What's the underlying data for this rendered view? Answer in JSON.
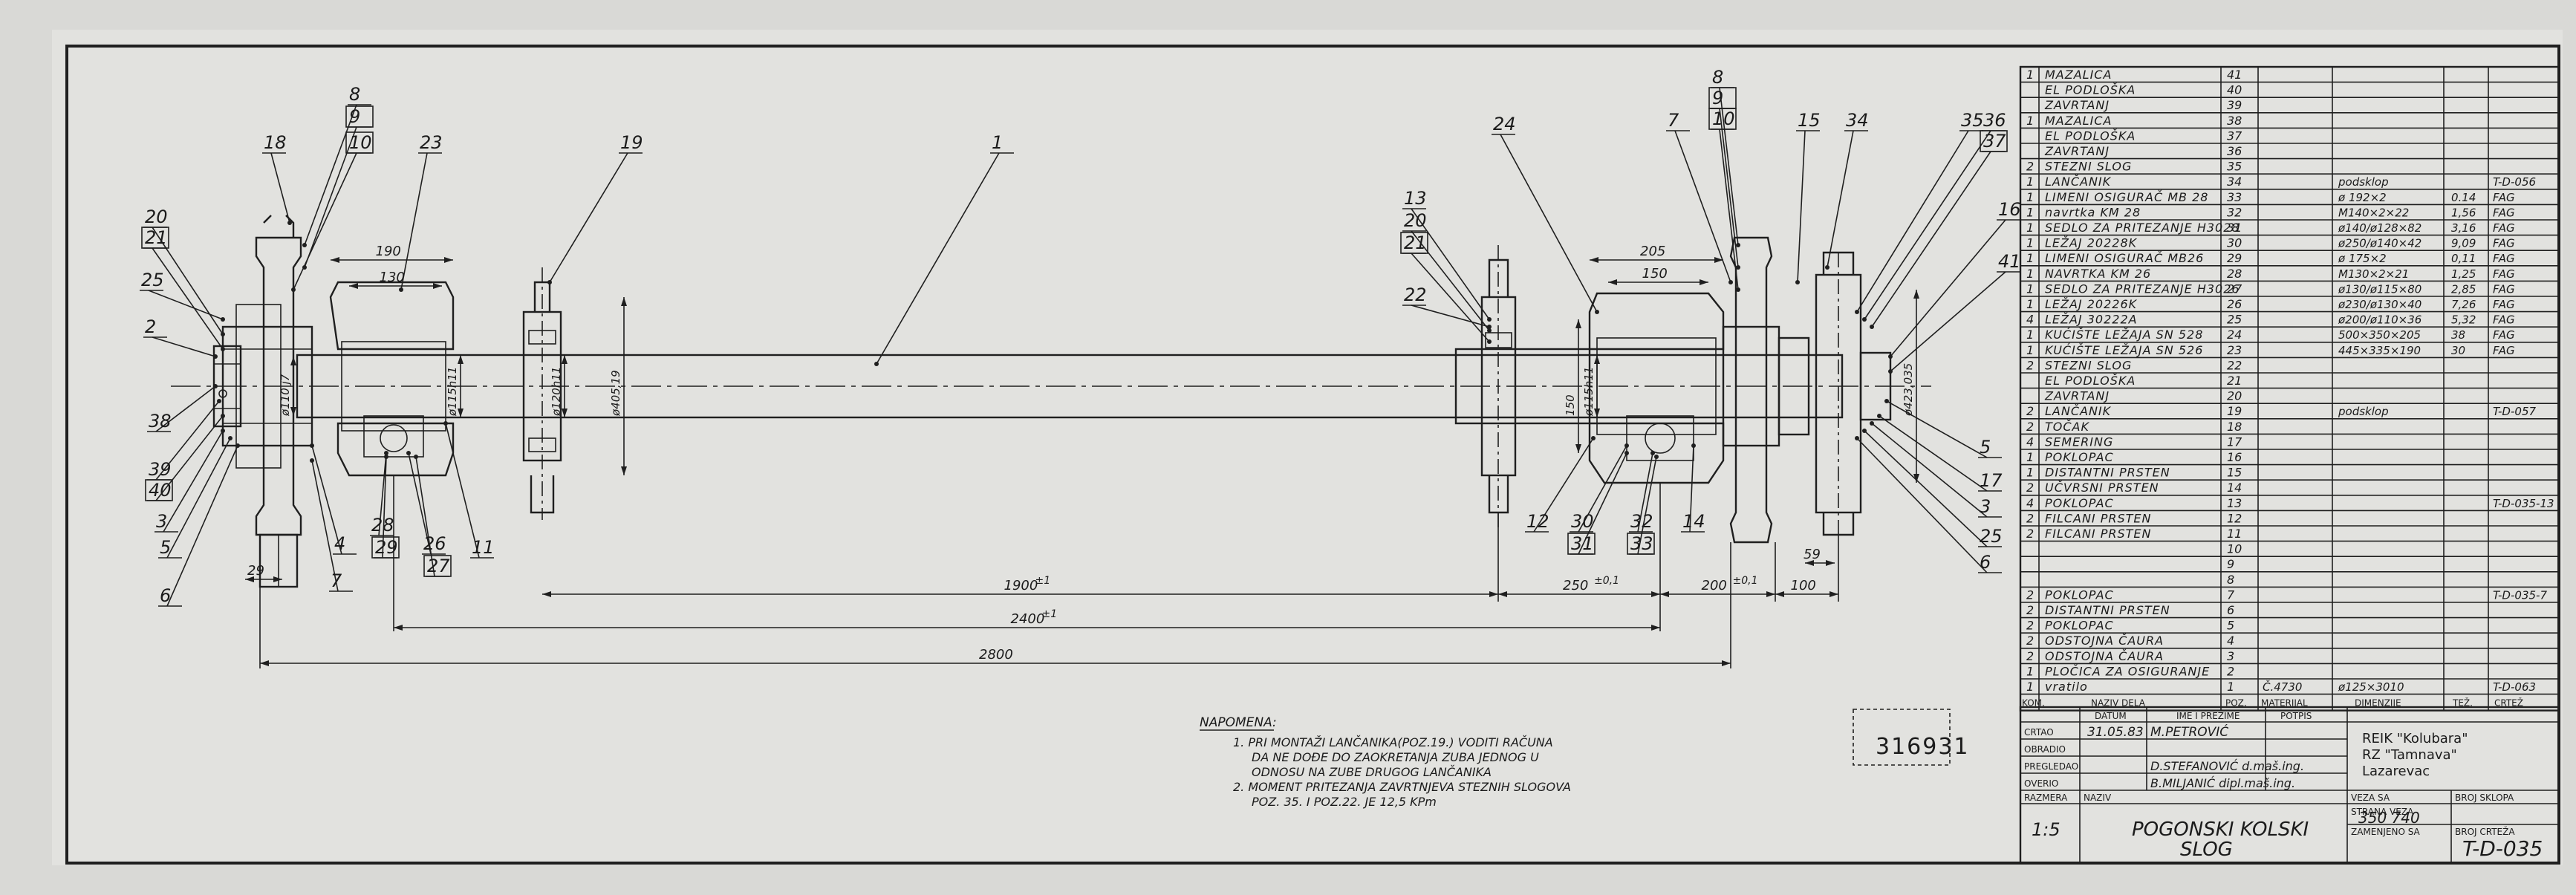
{
  "drawing": {
    "title_line1": "POGONSKI KOLSKI",
    "title_line2": "SLOG",
    "drawing_number": "T-D-035",
    "scale": "1:5",
    "stamp_number": "316931",
    "date": "31.05.83",
    "drawn_by": "M.PETROVIĆ",
    "checked_1": "D.STEFANOVIĆ d.maš.ing.",
    "checked_2": "B.MILJANIĆ dipl.maš.ing.",
    "org_line1": "REIK \"Kolubara\"",
    "org_line2": "RZ \"Tamnava\"",
    "org_line3": "Lazarevac",
    "veza_sa_value": "350 740",
    "title_labels": {
      "crtao": "CRTAO",
      "obradio": "OBRADIO",
      "pregledao": "PREGLEDAO",
      "overio": "OVERIO",
      "razmera": "RAZMERA",
      "naziv": "NAZIV",
      "datum": "DATUM",
      "ime_prezime": "IME I PREZIME",
      "potpis": "POTPIS",
      "veza_sa": "VEZA SA",
      "broj_iklopa": "BROJ SKLOPA",
      "strana_veza": "STRANA VEZA",
      "broj_crteza": "BROJ CRTEŽA",
      "zamenjeno_sa": "ZAMENJENO SA"
    }
  },
  "notes": {
    "heading": "NAPOMENA:",
    "lines": [
      "1. PRI MONTAŽI LANČANIKA(POZ.19.) VODITI RAČUNA",
      "DA NE DOĐE DO ZAOKRETANJA ZUBA JEDNOG U",
      "ODNOSU NA ZUBE DRUGOG LANČANIKA",
      "2. MOMENT PRITEZANJA ZAVRTNJEVA STEZNIH SLOGOVA",
      "POZ. 35. I POZ.22. JE 12,5 KPm"
    ]
  },
  "parts_list_header": {
    "kom": "KOM.",
    "naziv": "NAZIV DELA",
    "poz": "POZ.",
    "materijal": "MATERIJAL",
    "dimenzije": "DIMENZIJE",
    "tezina": "TEŽ.",
    "crtez": "CRTEŽ"
  },
  "parts_list": [
    {
      "qty": "1",
      "name": "MAZALICA",
      "pos": "41",
      "mat": "",
      "dim": "",
      "mass": "",
      "ref": ""
    },
    {
      "qty": "",
      "name": "EL PODLOŠKA",
      "pos": "40",
      "mat": "",
      "dim": "",
      "mass": "",
      "ref": ""
    },
    {
      "qty": "",
      "name": "ZAVRTANJ",
      "pos": "39",
      "mat": "",
      "dim": "",
      "mass": "",
      "ref": ""
    },
    {
      "qty": "1",
      "name": "MAZALICA",
      "pos": "38",
      "mat": "",
      "dim": "",
      "mass": "",
      "ref": ""
    },
    {
      "qty": "",
      "name": "EL PODLOŠKA",
      "pos": "37",
      "mat": "",
      "dim": "",
      "mass": "",
      "ref": ""
    },
    {
      "qty": "",
      "name": "ZAVRTANJ",
      "pos": "36",
      "mat": "",
      "dim": "",
      "mass": "",
      "ref": ""
    },
    {
      "qty": "2",
      "name": "STEZNI SLOG",
      "pos": "35",
      "mat": "",
      "dim": "",
      "mass": "",
      "ref": ""
    },
    {
      "qty": "1",
      "name": "LANČANIK",
      "pos": "34",
      "mat": "",
      "dim": "podsklop",
      "mass": "",
      "ref": "T-D-056"
    },
    {
      "qty": "1",
      "name": "LIMENI OSIGURAČ MB 28",
      "pos": "33",
      "mat": "",
      "dim": "ø 192×2",
      "mass": "0.14",
      "ref": "FAG"
    },
    {
      "qty": "1",
      "name": "navrtka KM 28",
      "pos": "32",
      "mat": "",
      "dim": "M140×2×22",
      "mass": "1,56",
      "ref": "FAG"
    },
    {
      "qty": "1",
      "name": "SEDLO ZA PRITEZANJE H3028",
      "pos": "31",
      "mat": "",
      "dim": "ø140/ø128×82",
      "mass": "3,16",
      "ref": "FAG"
    },
    {
      "qty": "1",
      "name": "LEŽAJ 20228K",
      "pos": "30",
      "mat": "",
      "dim": "ø250/ø140×42",
      "mass": "9,09",
      "ref": "FAG"
    },
    {
      "qty": "1",
      "name": "LIMENI OSIGURAČ MB26",
      "pos": "29",
      "mat": "",
      "dim": "ø 175×2",
      "mass": "0,11",
      "ref": "FAG"
    },
    {
      "qty": "1",
      "name": "NAVRTKA KM 26",
      "pos": "28",
      "mat": "",
      "dim": "M130×2×21",
      "mass": "1,25",
      "ref": "FAG"
    },
    {
      "qty": "1",
      "name": "SEDLO ZA PRITEZANJE H3026",
      "pos": "27",
      "mat": "",
      "dim": "ø130/ø115×80",
      "mass": "2,85",
      "ref": "FAG"
    },
    {
      "qty": "1",
      "name": "LEŽAJ 20226K",
      "pos": "26",
      "mat": "",
      "dim": "ø230/ø130×40",
      "mass": "7,26",
      "ref": "FAG"
    },
    {
      "qty": "4",
      "name": "LEŽAJ 30222A",
      "pos": "25",
      "mat": "",
      "dim": "ø200/ø110×36",
      "mass": "5,32",
      "ref": "FAG"
    },
    {
      "qty": "1",
      "name": "KUĆIŠTE LEŽAJA SN 528",
      "pos": "24",
      "mat": "",
      "dim": "500×350×205",
      "mass": "38",
      "ref": "FAG"
    },
    {
      "qty": "1",
      "name": "KUĆIŠTE LEŽAJA SN 526",
      "pos": "23",
      "mat": "",
      "dim": "445×335×190",
      "mass": "30",
      "ref": "FAG"
    },
    {
      "qty": "2",
      "name": "STEZNI SLOG",
      "pos": "22",
      "mat": "",
      "dim": "",
      "mass": "",
      "ref": ""
    },
    {
      "qty": "",
      "name": "EL PODLOŠKA",
      "pos": "21",
      "mat": "",
      "dim": "",
      "mass": "",
      "ref": ""
    },
    {
      "qty": "",
      "name": "ZAVRTANJ",
      "pos": "20",
      "mat": "",
      "dim": "",
      "mass": "",
      "ref": ""
    },
    {
      "qty": "2",
      "name": "LANČANIK",
      "pos": "19",
      "mat": "",
      "dim": "podsklop",
      "mass": "",
      "ref": "T-D-057"
    },
    {
      "qty": "2",
      "name": "TOČAK",
      "pos": "18",
      "mat": "",
      "dim": "",
      "mass": "",
      "ref": ""
    },
    {
      "qty": "4",
      "name": "SEMERING",
      "pos": "17",
      "mat": "",
      "dim": "",
      "mass": "",
      "ref": ""
    },
    {
      "qty": "1",
      "name": "POKLOPAC",
      "pos": "16",
      "mat": "",
      "dim": "",
      "mass": "",
      "ref": ""
    },
    {
      "qty": "1",
      "name": "DISTANTNI PRSTEN",
      "pos": "15",
      "mat": "",
      "dim": "",
      "mass": "",
      "ref": ""
    },
    {
      "qty": "2",
      "name": "UČVRSNI PRSTEN",
      "pos": "14",
      "mat": "",
      "dim": "",
      "mass": "",
      "ref": ""
    },
    {
      "qty": "4",
      "name": "POKLOPAC",
      "pos": "13",
      "mat": "",
      "dim": "",
      "mass": "",
      "ref": "T-D-035-13"
    },
    {
      "qty": "2",
      "name": "FILCANI PRSTEN",
      "pos": "12",
      "mat": "",
      "dim": "",
      "mass": "",
      "ref": ""
    },
    {
      "qty": "2",
      "name": "FILCANI PRSTEN",
      "pos": "11",
      "mat": "",
      "dim": "",
      "mass": "",
      "ref": ""
    },
    {
      "qty": "",
      "name": "",
      "pos": "10",
      "mat": "",
      "dim": "",
      "mass": "",
      "ref": ""
    },
    {
      "qty": "",
      "name": "",
      "pos": "9",
      "mat": "",
      "dim": "",
      "mass": "",
      "ref": ""
    },
    {
      "qty": "",
      "name": "",
      "pos": "8",
      "mat": "",
      "dim": "",
      "mass": "",
      "ref": ""
    },
    {
      "qty": "2",
      "name": "POKLOPAC",
      "pos": "7",
      "mat": "",
      "dim": "",
      "mass": "",
      "ref": "T-D-035-7"
    },
    {
      "qty": "2",
      "name": "DISTANTNI PRSTEN",
      "pos": "6",
      "mat": "",
      "dim": "",
      "mass": "",
      "ref": ""
    },
    {
      "qty": "2",
      "name": "POKLOPAC",
      "pos": "5",
      "mat": "",
      "dim": "",
      "mass": "",
      "ref": ""
    },
    {
      "qty": "2",
      "name": "ODSTOJNA ČAURA",
      "pos": "4",
      "mat": "",
      "dim": "",
      "mass": "",
      "ref": ""
    },
    {
      "qty": "2",
      "name": "ODSTOJNA ČAURA",
      "pos": "3",
      "mat": "",
      "dim": "",
      "mass": "",
      "ref": ""
    },
    {
      "qty": "1",
      "name": "PLOČICA ZA OSIGURANJE",
      "pos": "2",
      "mat": "",
      "dim": "",
      "mass": "",
      "ref": ""
    },
    {
      "qty": "1",
      "name": "vratilo",
      "pos": "1",
      "mat": "Č.4730",
      "dim": "ø125×3010",
      "mass": "",
      "ref": "T-D-063"
    }
  ],
  "dimensions": {
    "d190": "190",
    "d130": "130",
    "d205": "205",
    "d150": "150",
    "d1900": "1900",
    "tol1900": "±1",
    "d2400": "2400",
    "tol2400": "±1",
    "d2800": "2800",
    "d250": "250",
    "tol250": "±0,1",
    "d200": "200",
    "tol200": "±0,1",
    "d100": "100",
    "d59": "59",
    "d29": "29",
    "dia405": "ø405,19",
    "dia423": "ø423,035",
    "dia120": "ø120h11",
    "dia115": "ø115h11",
    "dia115b": "ø115h11",
    "dia110": "ø110 j7",
    "d150v": "150"
  },
  "leaders": [
    {
      "t": "18",
      "box": false
    },
    {
      "t": "8",
      "box": false
    },
    {
      "t": "9",
      "box": true
    },
    {
      "t": "10",
      "box": true
    },
    {
      "t": "23",
      "box": false
    },
    {
      "t": "19",
      "box": false
    },
    {
      "t": "1",
      "box": false
    },
    {
      "t": "20",
      "box": false
    },
    {
      "t": "21",
      "box": true
    },
    {
      "t": "25",
      "box": false
    },
    {
      "t": "2",
      "box": false
    },
    {
      "t": "38",
      "box": false
    },
    {
      "t": "39",
      "box": false
    },
    {
      "t": "40",
      "box": true
    },
    {
      "t": "3",
      "box": false
    },
    {
      "t": "5",
      "box": false
    },
    {
      "t": "6",
      "box": false
    },
    {
      "t": "4",
      "box": false
    },
    {
      "t": "7",
      "box": false
    },
    {
      "t": "28",
      "box": false
    },
    {
      "t": "29",
      "box": true
    },
    {
      "t": "26",
      "box": false
    },
    {
      "t": "27",
      "box": true
    },
    {
      "t": "11",
      "box": false
    },
    {
      "t": "13",
      "box": false
    },
    {
      "t": "20",
      "box": false
    },
    {
      "t": "21",
      "box": true
    },
    {
      "t": "22",
      "box": false
    },
    {
      "t": "24",
      "box": false
    },
    {
      "t": "12",
      "box": false
    },
    {
      "t": "30",
      "box": false
    },
    {
      "t": "31",
      "box": true
    },
    {
      "t": "32",
      "box": false
    },
    {
      "t": "33",
      "box": true
    },
    {
      "t": "14",
      "box": false
    },
    {
      "t": "8",
      "box": false
    },
    {
      "t": "9",
      "box": true
    },
    {
      "t": "10",
      "box": true
    },
    {
      "t": "7",
      "box": false
    },
    {
      "t": "15",
      "box": false
    },
    {
      "t": "34",
      "box": false
    },
    {
      "t": "35",
      "box": false
    },
    {
      "t": "36",
      "box": false
    },
    {
      "t": "37",
      "box": true
    },
    {
      "t": "16",
      "box": false
    },
    {
      "t": "41",
      "box": false
    },
    {
      "t": "5",
      "box": false
    },
    {
      "t": "17",
      "box": false
    },
    {
      "t": "3",
      "box": false
    },
    {
      "t": "25",
      "box": false
    },
    {
      "t": "6",
      "box": false
    }
  ]
}
